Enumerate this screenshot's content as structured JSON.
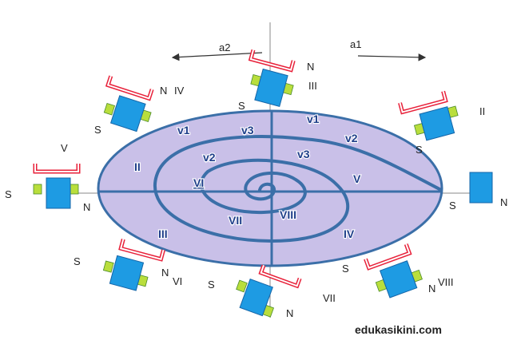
{
  "arrows": {
    "a1": "a1",
    "a2": "a2"
  },
  "inner_labels": {
    "v1_left": "v1",
    "v3_top": "v3",
    "v1_right": "v1",
    "v2_left": "v2",
    "v3_mid": "v3",
    "v2_right": "v2",
    "ii": "II",
    "vi": "VI",
    "v": "V",
    "vii": "VII",
    "viii": "VIII",
    "iii": "III",
    "iv": "IV"
  },
  "outer_labels": {
    "iv": "IV",
    "v": "V",
    "vi": "VI",
    "vii": "VII",
    "iii": "III",
    "ii": "II",
    "viii": "VIII"
  },
  "poles": {
    "n": "N",
    "s": "S"
  },
  "colors": {
    "ellipse_fill": "#c9c0e8",
    "spiral": "#3b6fa8",
    "magnet": "#1e9be3",
    "electrode": "#b9de3c",
    "clip": "#e8213a",
    "axis": "#888888"
  },
  "watermark": "edukasikini.com"
}
